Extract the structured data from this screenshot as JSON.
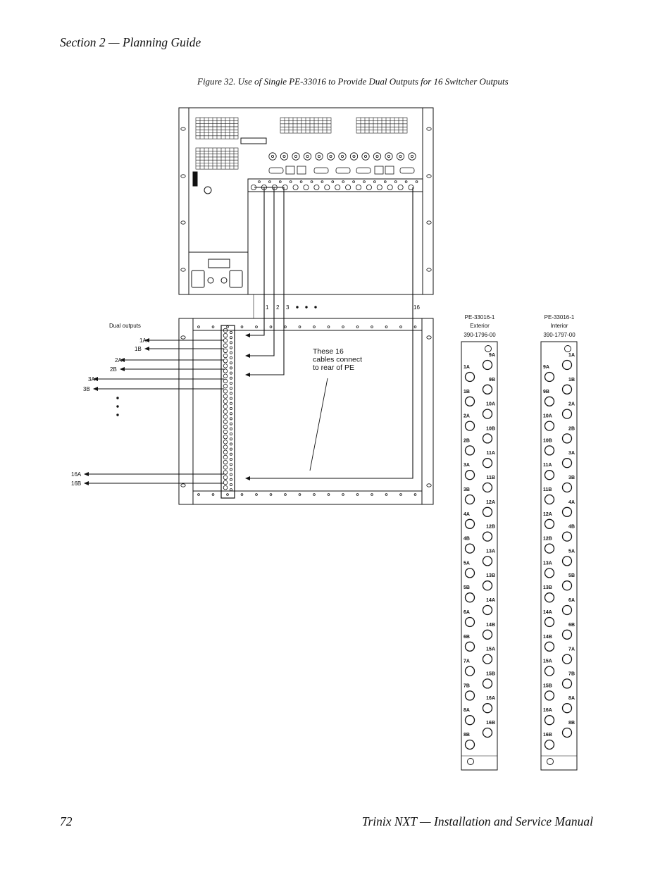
{
  "header": {
    "section": "Section 2 — Planning Guide"
  },
  "caption": "Figure 32.  Use of Single PE-33016 to Provide Dual Outputs for 16 Switcher Outputs",
  "footer": {
    "page_number": "72",
    "title": "Trinix NXT  —  Installation and Service Manual"
  },
  "figure": {
    "dual_outputs_label": "Dual outputs",
    "outputs_top": [
      "1A",
      "1B",
      "2A",
      "2B",
      "3A",
      "3B"
    ],
    "outputs_bottom": [
      "16A",
      "16B"
    ],
    "cable_numbers": [
      "1",
      "2",
      "3",
      "16"
    ],
    "note_lines": [
      "These 16",
      "cables connect",
      "to rear of PE"
    ],
    "exterior_panel": {
      "model": "PE-33016-1",
      "side": "Exterior",
      "part_number": "390-1796-00"
    },
    "interior_panel": {
      "model": "PE-33016-1",
      "side": "Interior",
      "part_number": "390-1797-00"
    },
    "exterior_left_labels": [
      "1A",
      "1B",
      "2A",
      "2B",
      "3A",
      "3B",
      "4A",
      "4B",
      "5A",
      "5B",
      "6A",
      "6B",
      "7A",
      "7B",
      "8A",
      "8B"
    ],
    "exterior_right_labels": [
      "9A",
      "9B",
      "10A",
      "10B",
      "11A",
      "11B",
      "12A",
      "12B",
      "13A",
      "13B",
      "14A",
      "14B",
      "15A",
      "15B",
      "16A",
      "16B"
    ],
    "interior_left_labels": [
      "9A",
      "9B",
      "10A",
      "10B",
      "11A",
      "11B",
      "12A",
      "12B",
      "13A",
      "13B",
      "14A",
      "14B",
      "15A",
      "15B",
      "16A",
      "16B"
    ],
    "interior_right_labels": [
      "1A",
      "1B",
      "2A",
      "2B",
      "3A",
      "3B",
      "4A",
      "4B",
      "5A",
      "5B",
      "6A",
      "6B",
      "7A",
      "7B",
      "8A",
      "8B"
    ]
  }
}
